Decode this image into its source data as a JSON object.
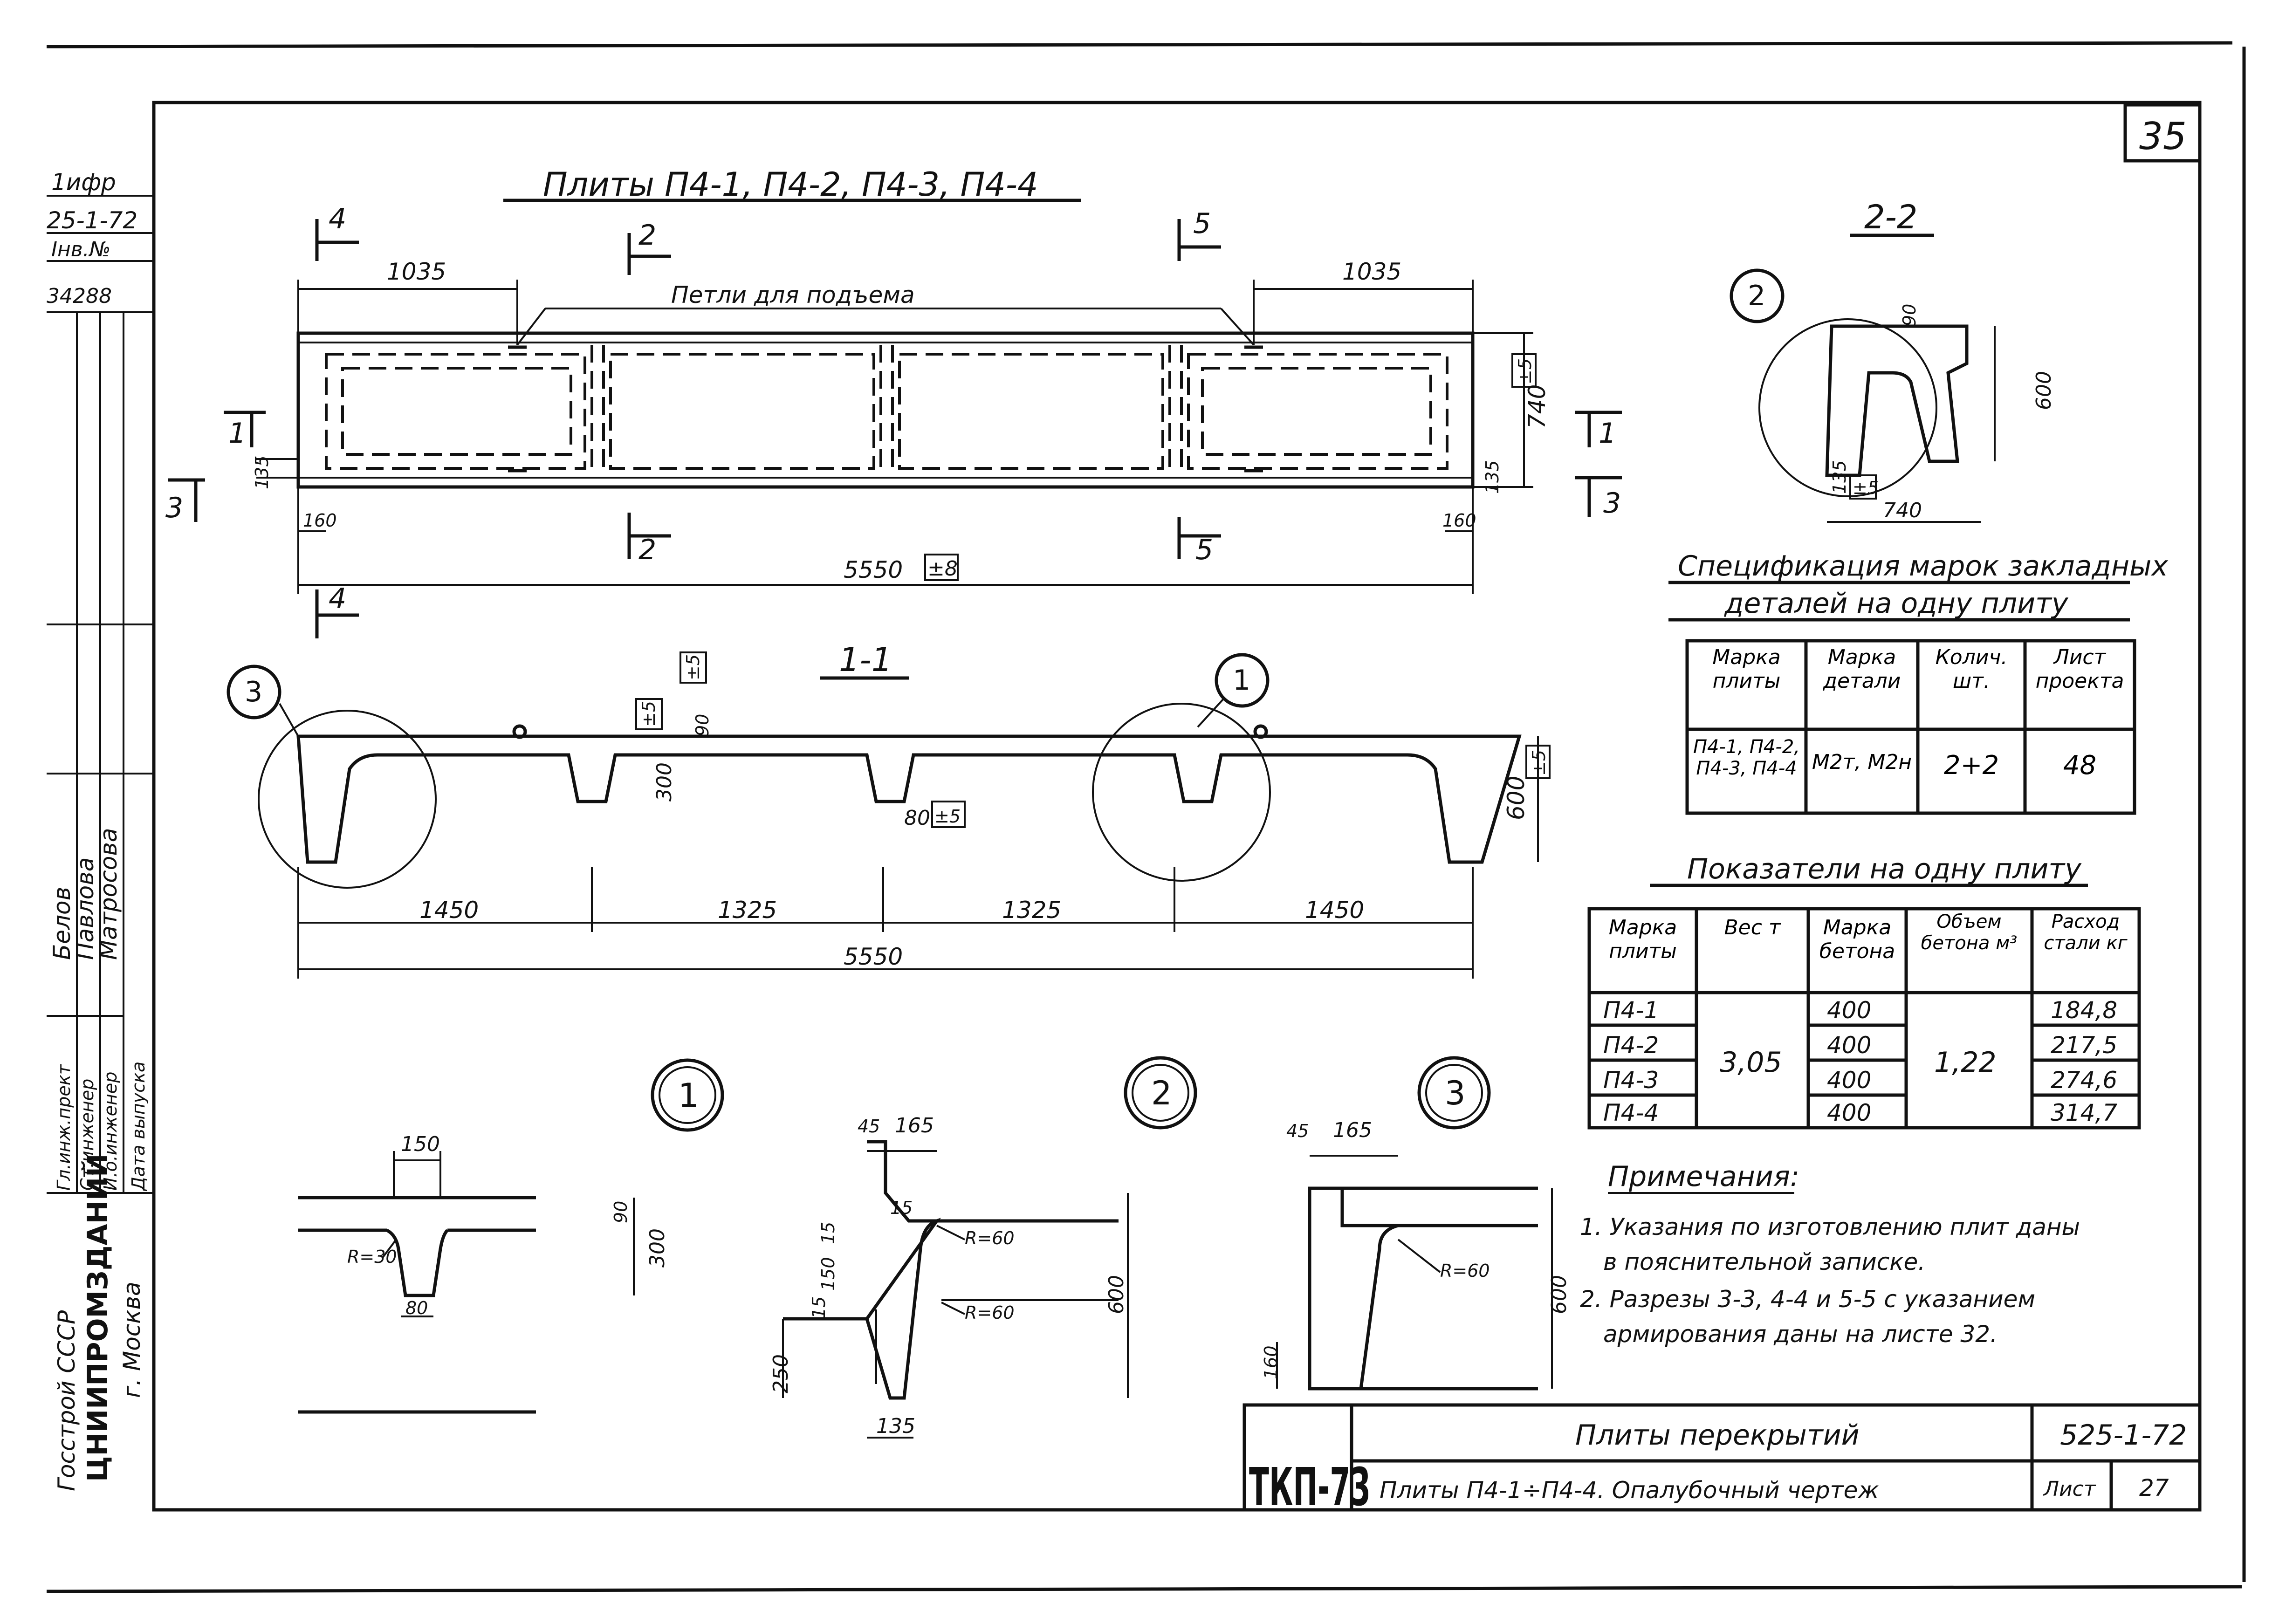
{
  "sheet_corner_number": "35",
  "plan": {
    "title": "Плиты П4-1, П4-2, П4-3, П4-4",
    "loops_label": "Петли для подъема",
    "dim_left": "1035",
    "dim_right": "1035",
    "dim_total": "5550",
    "tol_total": "±8",
    "dim_width": "740",
    "tol_width": "±5",
    "dim_edge_left": "160",
    "dim_edge_right": "160",
    "dim_side_left": "135",
    "dim_side_right": "135",
    "sec_mark_1": "1",
    "sec_mark_2": "2",
    "sec_mark_3": "3",
    "sec_mark_4": "4",
    "sec_mark_5": "5"
  },
  "section11": {
    "title": "1-1",
    "dims": [
      "1450",
      "1325",
      "1325",
      "1450"
    ],
    "total": "5550",
    "height": "600",
    "rib_depth": "300",
    "rib_bottom": "80",
    "slab": "90",
    "tol": "±5",
    "callout_left": "3",
    "callout_right": "1"
  },
  "section22": {
    "title": "2-2",
    "callout": "2",
    "height": "600",
    "width": "740",
    "top": "90",
    "base": "135",
    "tol": "±5"
  },
  "detail1": {
    "label": "1",
    "top": "150",
    "bottom": "80",
    "radius": "R=30",
    "slab": "90",
    "depth": "300"
  },
  "detail2": {
    "label": "2",
    "d45": "45",
    "d165": "165",
    "d15a": "15",
    "d15b": "15",
    "d150": "150",
    "d15c": "15",
    "d250": "250",
    "d135": "135",
    "r1": "R=60",
    "r2": "R=60",
    "height": "600"
  },
  "detail3": {
    "label": "3",
    "d45": "45",
    "d165": "165",
    "radius": "R=60",
    "height": "600",
    "d160": "160"
  },
  "spec_table": {
    "title_line1": "Спецификация марок закладных",
    "title_line2": "деталей на одну плиту",
    "headers": [
      "Марка плиты",
      "Марка детали",
      "Колич. шт.",
      "Лист проекта"
    ],
    "row": [
      "П4-1, П4-2, П4-3, П4-4",
      "М2т, М2н",
      "2+2",
      "48"
    ]
  },
  "indicators_table": {
    "title": "Показатели на одну плиту",
    "headers": [
      "Марка плиты",
      "Вес т",
      "Марка бетона",
      "Объем бетона м³",
      "Расход стали кг"
    ],
    "marks": [
      "П4-1",
      "П4-2",
      "П4-3",
      "П4-4"
    ],
    "weight": "3,05",
    "concrete": [
      "400",
      "400",
      "400",
      "400"
    ],
    "volume": "1,22",
    "steel": [
      "184,8",
      "217,5",
      "274,6",
      "314,7"
    ]
  },
  "notes": {
    "title": "Примечания:",
    "line1": "1. Указания по изготовлению плит даны",
    "line2": "в пояснительной записке.",
    "line3": "2. Разрезы 3-3, 4-4 и 5-5 с указанием",
    "line4": "армирования даны на листе 32."
  },
  "title_block": {
    "logo": "ТКП-73",
    "title": "Плиты перекрытий",
    "subtitle": "Плиты П4-1÷П4-4. Опалубочный чертеж",
    "code": "525-1-72",
    "sheet_label": "Лист",
    "sheet_no": "27"
  },
  "side_stamp": {
    "l1": "1ифр",
    "l2": "25-1-72",
    "l3": "Інв.№",
    "l4": "34288",
    "org1": "Госстрой СССР",
    "org2": "ЦНИИПРОМЗДАНИЙ",
    "org3": "г. Москва",
    "role1": "Гл.инж.прект",
    "role2": "Ст.инженер",
    "role3": "И.о.инженер",
    "role4": "Дата выпуска",
    "name1": "Белов",
    "name2": "Павлова",
    "name3": "Матросова"
  }
}
